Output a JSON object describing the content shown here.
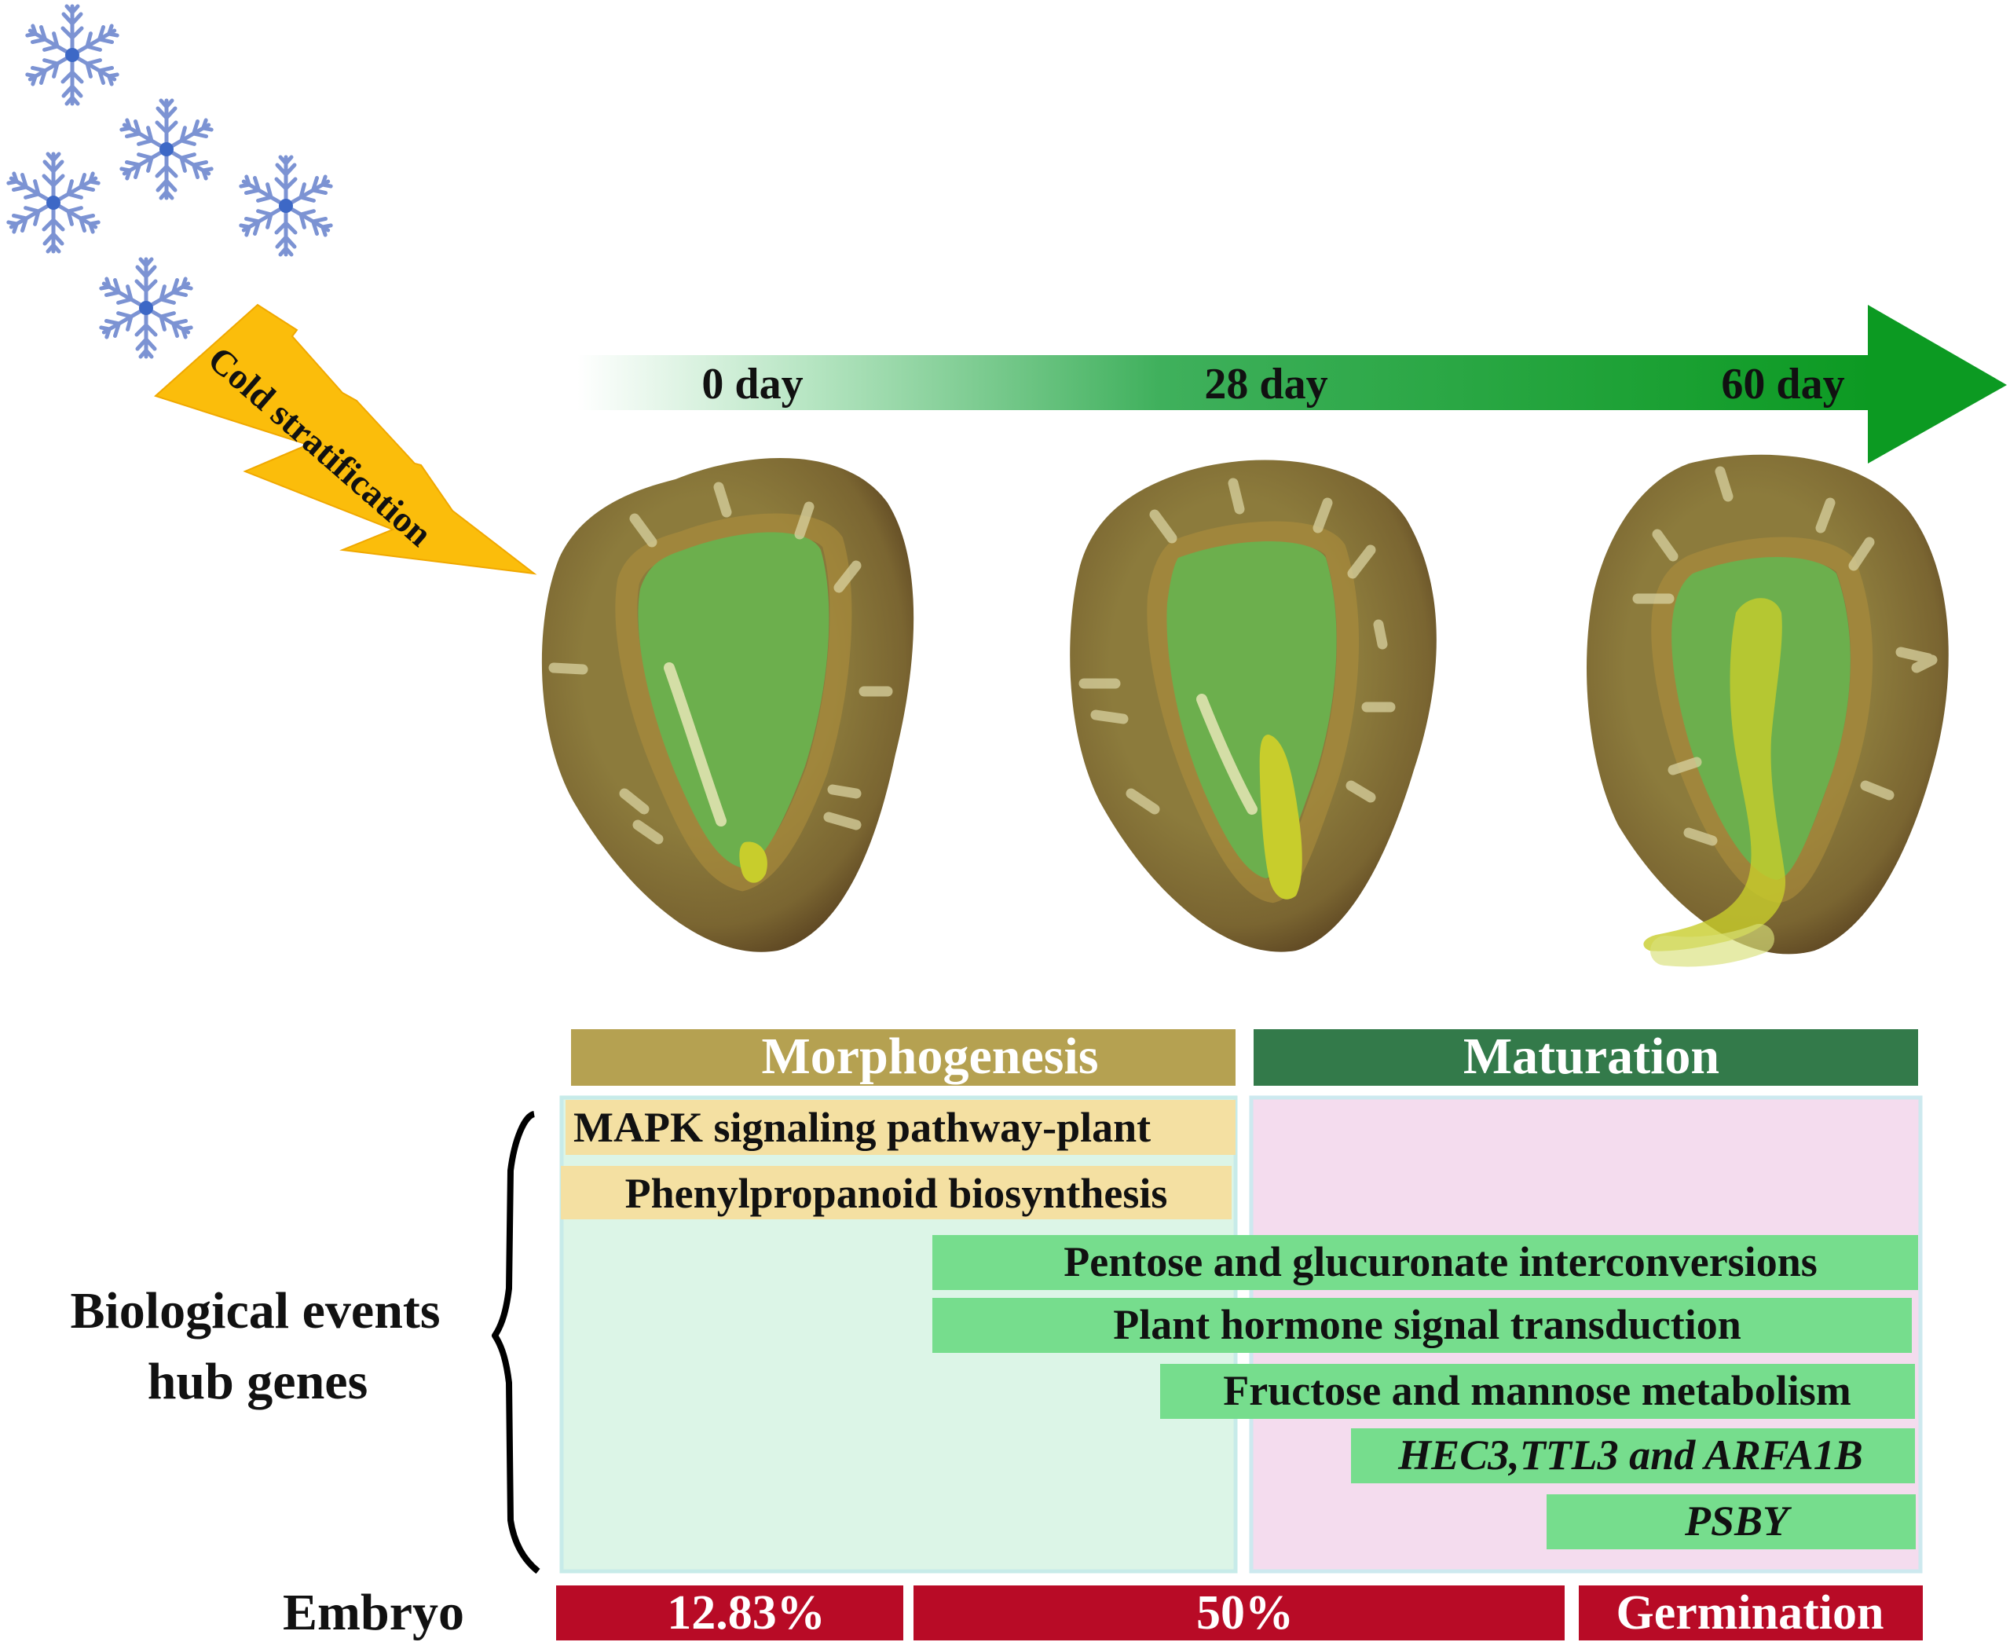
{
  "stratification": {
    "label": "Cold stratification"
  },
  "timeline": {
    "days": [
      "0 day",
      "28 day",
      "60 day"
    ]
  },
  "phases": {
    "morphogenesis": "Morphogenesis",
    "maturation": "Maturation"
  },
  "events": [
    "MAPK signaling pathway-plant",
    "Phenylpropanoid biosynthesis",
    "Pentose and glucuronate interconversions",
    "Plant hormone signal transduction",
    "Fructose and mannose metabolism",
    "HEC3,TTL3 and ARFA1B",
    "PSBY"
  ],
  "side_label": {
    "line1": "Biological events",
    "line2": "hub genes"
  },
  "embryo": {
    "label": "Embryo",
    "values": [
      "12.83%",
      "50%",
      "Germination"
    ]
  },
  "colors": {
    "morphogenesis": "#b5a151",
    "maturation": "#337a4a",
    "embryo_bar": "#b80b26",
    "event_tan": "#f4e0a2",
    "event_green": "#76dd8d",
    "panel_left": "#dcf5e7",
    "panel_right": "#f4dcee",
    "bolt": "#fbbd0b"
  }
}
